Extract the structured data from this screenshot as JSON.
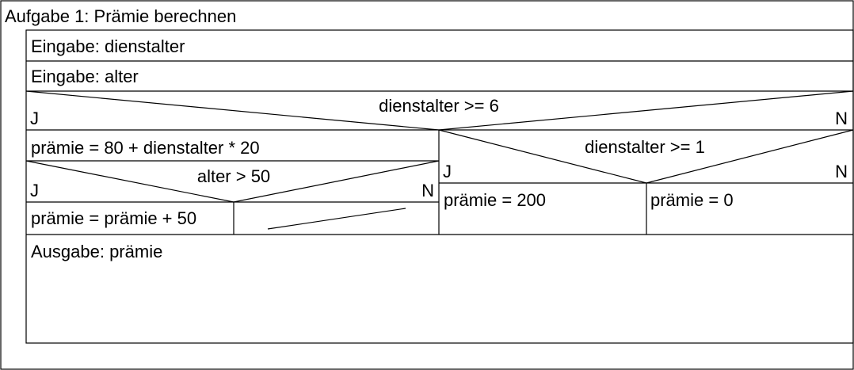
{
  "title": "Aufgabe 1: Prämie berechnen",
  "steps": {
    "input1": "Eingabe: dienstalter",
    "input2": "Eingabe: alter",
    "output": "Ausgabe: prämie"
  },
  "decision_outer": {
    "condition": "dienstalter >= 6",
    "yes": "J",
    "no": "N"
  },
  "yes_branch": {
    "assign": "prämie = 80 + dienstalter * 20",
    "decision": {
      "condition": "alter > 50",
      "yes": "J",
      "no": "N",
      "yes_action": "prämie = prämie + 50"
    }
  },
  "no_branch": {
    "decision": {
      "condition": "dienstalter >= 1",
      "yes": "J",
      "no": "N",
      "yes_action": "prämie = 200",
      "no_action": "prämie = 0"
    }
  },
  "colors": {
    "line": "#000000",
    "background": "#ffffff"
  }
}
